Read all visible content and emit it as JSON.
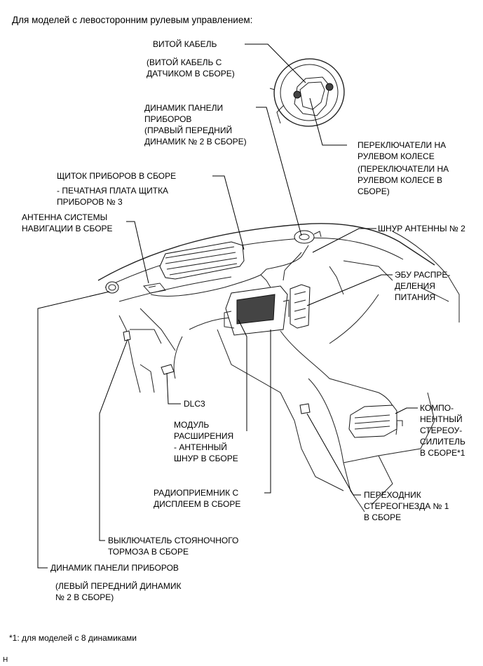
{
  "header": {
    "title": "Для моделей с левосторонним рулевым управлением:"
  },
  "labels": {
    "spiral_cable": "ВИТОЙ КАБЕЛЬ",
    "spiral_cable_sub": "(ВИТОЙ КАБЕЛЬ С\nДАТЧИКОМ В СБОРЕ)",
    "ip_speaker_right": "ДИНАМИК ПАНЕЛИ\nПРИБОРОВ",
    "ip_speaker_right_sub": "(ПРАВЫЙ ПЕРЕДНИЙ\nДИНАМИК № 2 В СБОРЕ)",
    "steering_switches": "ПЕРЕКЛЮЧАТЕЛИ НА\nРУЛЕВОМ КОЛЕСЕ",
    "steering_switches_sub": "(ПЕРЕКЛЮЧАТЕЛИ НА\nРУЛЕВОМ КОЛЕСЕ В\nСБОРЕ)",
    "combination_meter": "ЩИТОК ПРИБОРОВ В СБОРЕ",
    "combination_meter_sub": "- ПЕЧАТНАЯ ПЛАТА ЩИТКА\nПРИБОРОВ № 3",
    "nav_antenna": "АНТЕННА СИСТЕМЫ\nНАВИГАЦИИ В СБОРЕ",
    "antenna_cord": "ШНУР АНТЕННЫ № 2",
    "power_ecu": "ЭБУ РАСПРЕ-\nДЕЛЕНИЯ\nПИТАНИЯ",
    "dlc3": "DLC3",
    "expansion_module": "МОДУЛЬ\nРАСШИРЕНИЯ\n- АНТЕННЫЙ\nШНУР В СБОРЕ",
    "stereo_amp": "КОМПО-\nНЕНТНЫЙ\nСТЕРЕОУ-\nСИЛИТЕЛЬ\nВ СБОРЕ*1",
    "radio_receiver": "РАДИОПРИЕМНИК С\nДИСПЛЕЕМ В СБОРЕ",
    "stereo_jack": "ПЕРЕХОДНИК\nСТЕРЕОГНЕЗДА № 1\nВ СБОРЕ",
    "parking_brake": "ВЫКЛЮЧАТЕЛЬ СТОЯНОЧНОГО\nТОРМОЗА В СБОРЕ",
    "ip_speaker_left": "ДИНАМИК ПАНЕЛИ ПРИБОРОВ",
    "ip_speaker_left_sub": "(ЛЕВЫЙ ПЕРЕДНИЙ ДИНАМИК\n№ 2 В СБОРЕ)"
  },
  "footnote": "*1: для моделей с 8 динамиками",
  "corner_mark": "H"
}
